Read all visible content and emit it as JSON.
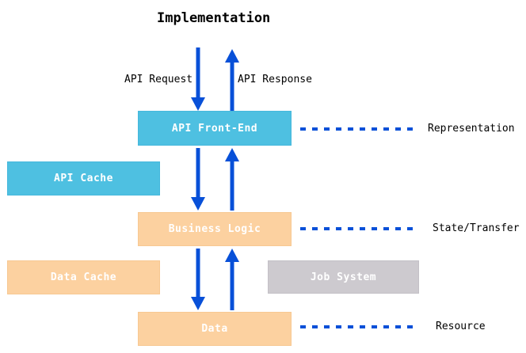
{
  "title": "Implementation",
  "colors": {
    "blue_box": "#4ec0e1",
    "orange_box": "#fcd1a0",
    "gray_box": "#cdcacf",
    "arrow_blue": "#0850d8",
    "box_text": "#ffffff",
    "label_text": "#000000"
  },
  "arrows": {
    "request_label": "API Request",
    "response_label": "API Response"
  },
  "boxes": {
    "api_front_end": "API Front-End",
    "api_cache": "API Cache",
    "business_logic": "Business Logic",
    "data_cache": "Data Cache",
    "job_system": "Job System",
    "data": "Data"
  },
  "right_labels": {
    "representation": "Representation",
    "state_transfer": "State/Transfer",
    "resource": "Resource"
  }
}
